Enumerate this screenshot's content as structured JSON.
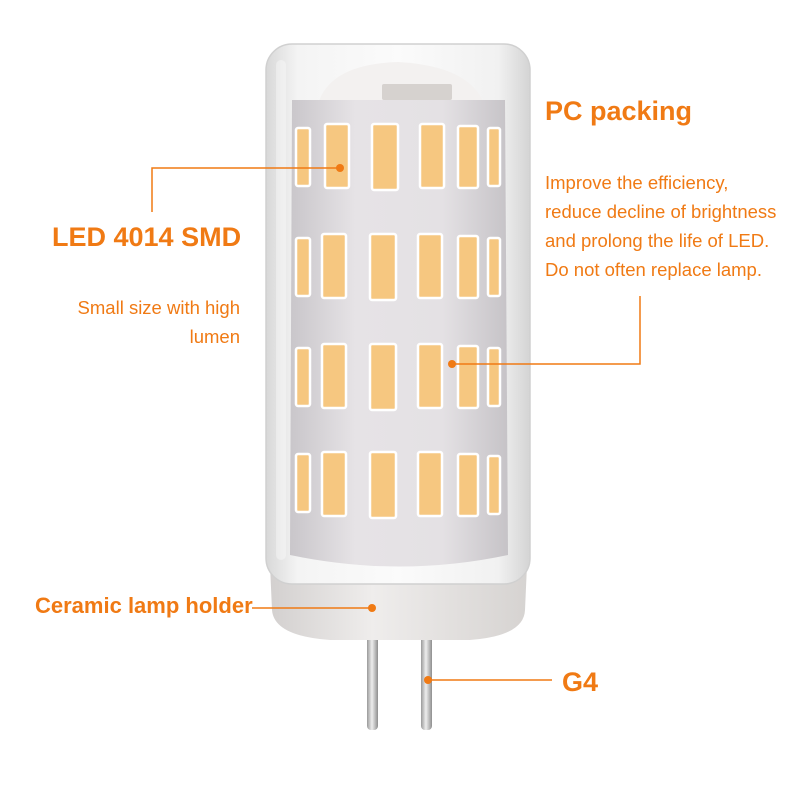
{
  "pc_packing": {
    "title": "PC packing",
    "lines": [
      "Improve the efficiency,",
      "reduce decline of brightness",
      "and prolong the life of LED.",
      "Do not often replace lamp."
    ]
  },
  "led_smd": {
    "title": "LED 4014 SMD",
    "lines": [
      "Small size with high",
      "lumen"
    ]
  },
  "ceramic": {
    "title": "Ceramic lamp holder"
  },
  "g4": {
    "title": "G4"
  },
  "colors": {
    "accent": "#f07a14",
    "led_chip": "#f6c780",
    "led_body": "#e2dfe2",
    "cover": "#ebebeb",
    "base": "#e7e4e2",
    "pin": "#cfcfcf"
  }
}
